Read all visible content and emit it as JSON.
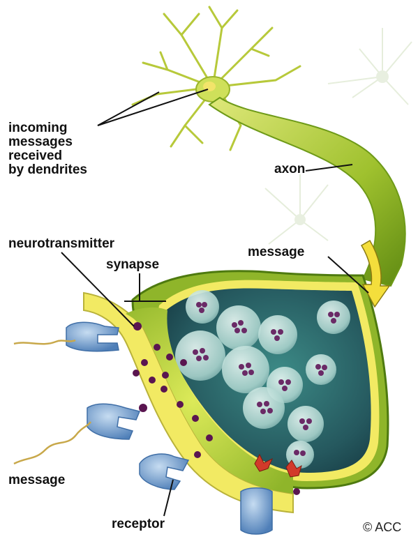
{
  "labels": {
    "incoming_line1": "incoming",
    "incoming_line2": "messages",
    "incoming_line3": "received",
    "incoming_line4": "by dendrites",
    "axon": "axon",
    "neurotransmitter": "neurotransmitter",
    "synapse": "synapse",
    "message_top": "message",
    "message_bottom": "message",
    "receptor": "receptor"
  },
  "copyright": "© ACC",
  "colors": {
    "neuron_green": "#b7d43a",
    "neuron_dark": "#5f8a12",
    "membrane_yellow": "#f2ea63",
    "cleft_green": "#a6c83a",
    "terminal_interior": "#2f6f6f",
    "vesicle": "#bfe3de",
    "neurotransmitter_dot": "#5a1550",
    "receptor_blue": "#8fb4d8",
    "arrow_yellow": "#f4de3c"
  }
}
